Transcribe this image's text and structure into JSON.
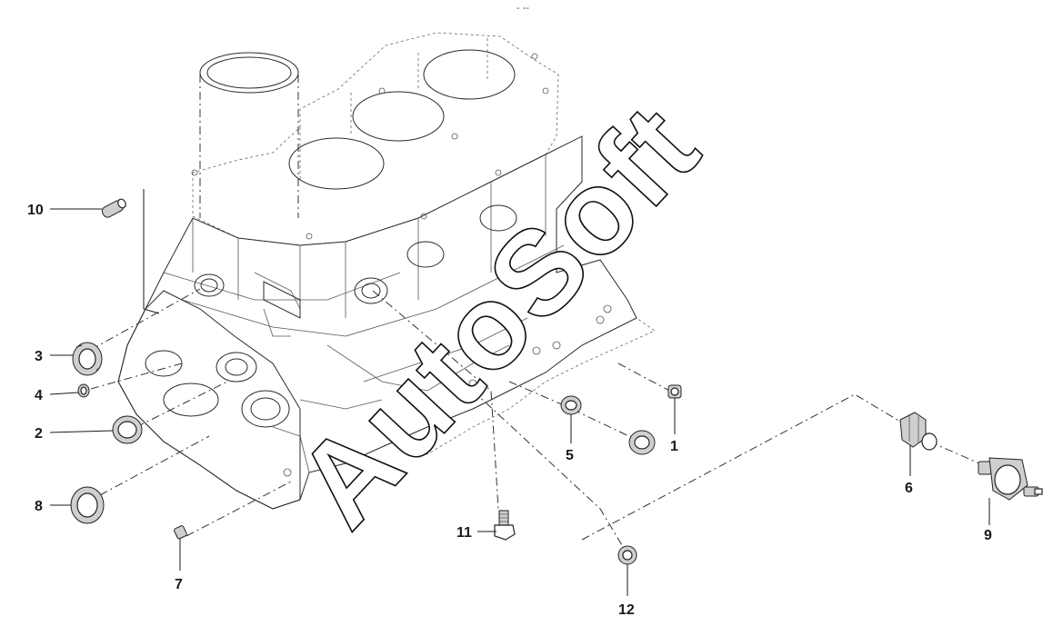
{
  "diagram": {
    "callouts": [
      {
        "id": "p10",
        "label": "10"
      },
      {
        "id": "p3",
        "label": "3"
      },
      {
        "id": "p4",
        "label": "4"
      },
      {
        "id": "p2",
        "label": "2"
      },
      {
        "id": "p8",
        "label": "8"
      },
      {
        "id": "p7",
        "label": "7"
      },
      {
        "id": "p11",
        "label": "11"
      },
      {
        "id": "p12",
        "label": "12"
      },
      {
        "id": "p5",
        "label": "5"
      },
      {
        "id": "p1",
        "label": "1"
      },
      {
        "id": "p6",
        "label": "6"
      },
      {
        "id": "p9",
        "label": "9"
      }
    ],
    "watermark": "AutoSoft",
    "top_mark": "- --"
  }
}
